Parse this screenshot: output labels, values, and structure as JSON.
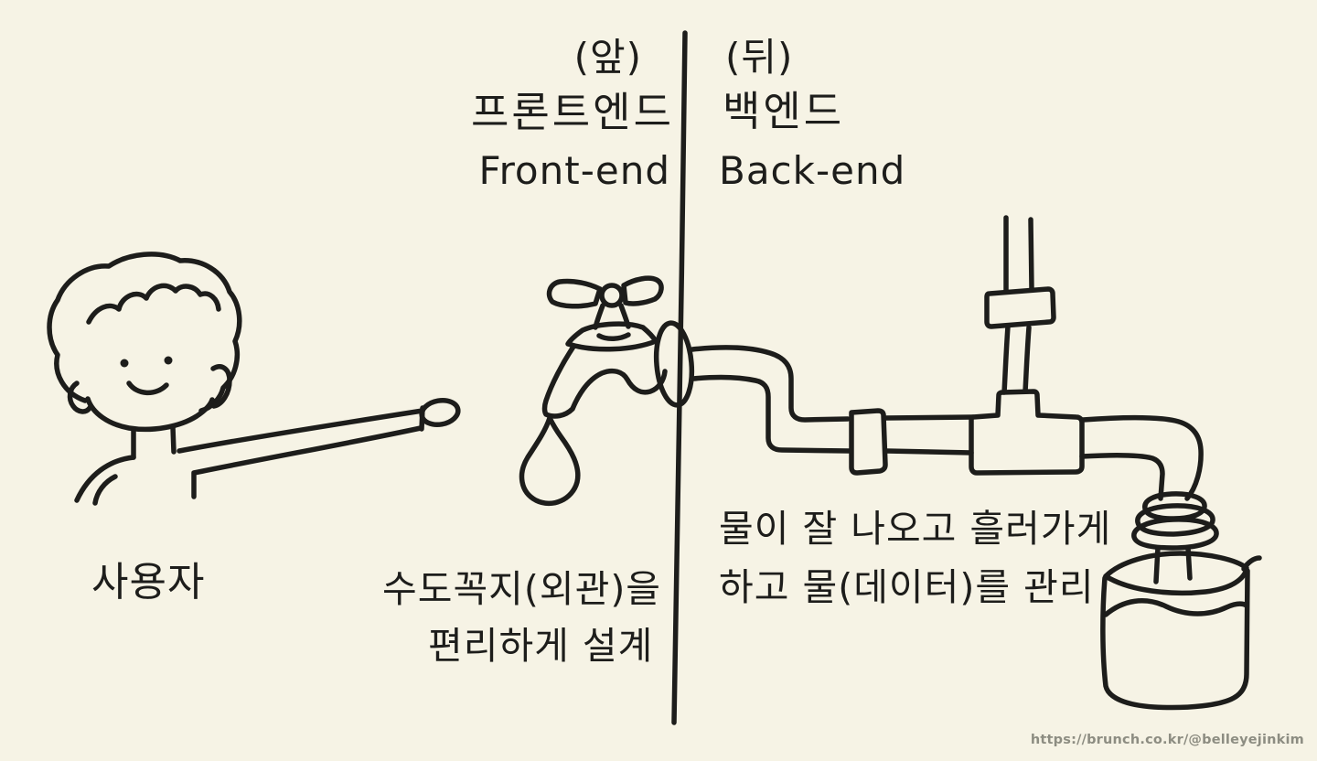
{
  "page": {
    "background_color": "#f6f3e5",
    "ink_color": "#1d1d1b",
    "credit_color": "#8d8d82"
  },
  "header": {
    "front": {
      "paren": "(앞)",
      "korean": "프론트엔드",
      "english": "Front-end"
    },
    "back": {
      "paren": "(뒤)",
      "korean": "백엔드",
      "english": "Back-end"
    }
  },
  "captions": {
    "user": "사용자",
    "frontend_line1": "수도꼭지(외관)을",
    "frontend_line2": "편리하게 설계",
    "backend_line1": "물이 잘 나오고 흘러가게",
    "backend_line2": "하고 물(데이터)를 관리"
  },
  "footer": {
    "credit_url": "https://brunch.co.kr/@belleyejinkim"
  },
  "figures": {
    "divider": "divider-line-sketch",
    "person": "user-person-sketch",
    "faucet": "faucet-sketch",
    "drop": "water-drop-sketch",
    "pipes": "pipe-system-sketch",
    "rings": "pipe-collar-rings-sketch",
    "bucket": "water-tank-sketch"
  }
}
